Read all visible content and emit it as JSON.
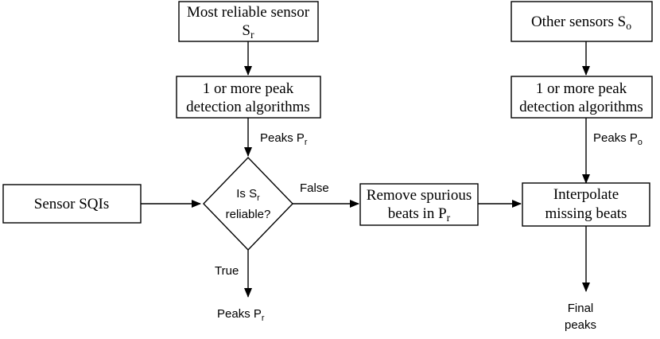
{
  "diagram": {
    "nodes": {
      "reliable_sensor": {
        "line1": "Most reliable sensor",
        "line2_base": "S",
        "line2_sub": "r"
      },
      "other_sensors": {
        "text": "Other sensors S",
        "sub": "o"
      },
      "peak_detect_left": {
        "line1": "1 or more peak",
        "line2": "detection algorithms"
      },
      "peak_detect_right": {
        "line1": "1 or more peak",
        "line2": "detection algorithms"
      },
      "sensor_sqis": {
        "text": "Sensor SQIs"
      },
      "decision": {
        "line1_base": "Is S",
        "line1_sub": "r",
        "line2": "reliable?"
      },
      "remove_spurious": {
        "line1": "Remove spurious",
        "line2_base": "beats in P",
        "line2_sub": "r"
      },
      "interpolate": {
        "line1": "Interpolate",
        "line2": "missing beats"
      }
    },
    "labels": {
      "peaks_pr_top": {
        "base": "Peaks P",
        "sub": "r"
      },
      "peaks_po": {
        "base": "Peaks P",
        "sub": "o"
      },
      "false_label": "False",
      "true_label": "True",
      "peaks_pr_bottom": {
        "base": "Peaks P",
        "sub": "r"
      },
      "final_line1": "Final",
      "final_line2": "peaks"
    }
  }
}
